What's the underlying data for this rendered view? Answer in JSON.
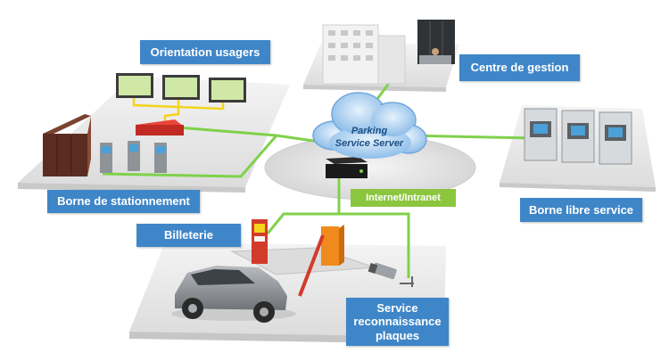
{
  "labels": {
    "orientation": "Orientation usagers",
    "centre": "Centre de gestion",
    "borne_stationnement": "Borne de stationnement",
    "borne_libre": "Borne libre service",
    "billeterie": "Billeterie",
    "service_line1": "Service",
    "service_line2": "reconnaissance",
    "service_line3": "plaques"
  },
  "cloud": {
    "line1": "Parking",
    "line2": "Service Server"
  },
  "network_tag": "Internet/Intranet",
  "colors": {
    "label_blue": "#3f86c8",
    "link_green": "#7fd14a",
    "link_yellow": "#f2d41a",
    "cloud_blue": "#9cc8ef",
    "barrier_orange": "#f08a1c",
    "billet_red": "#d23a2a"
  }
}
